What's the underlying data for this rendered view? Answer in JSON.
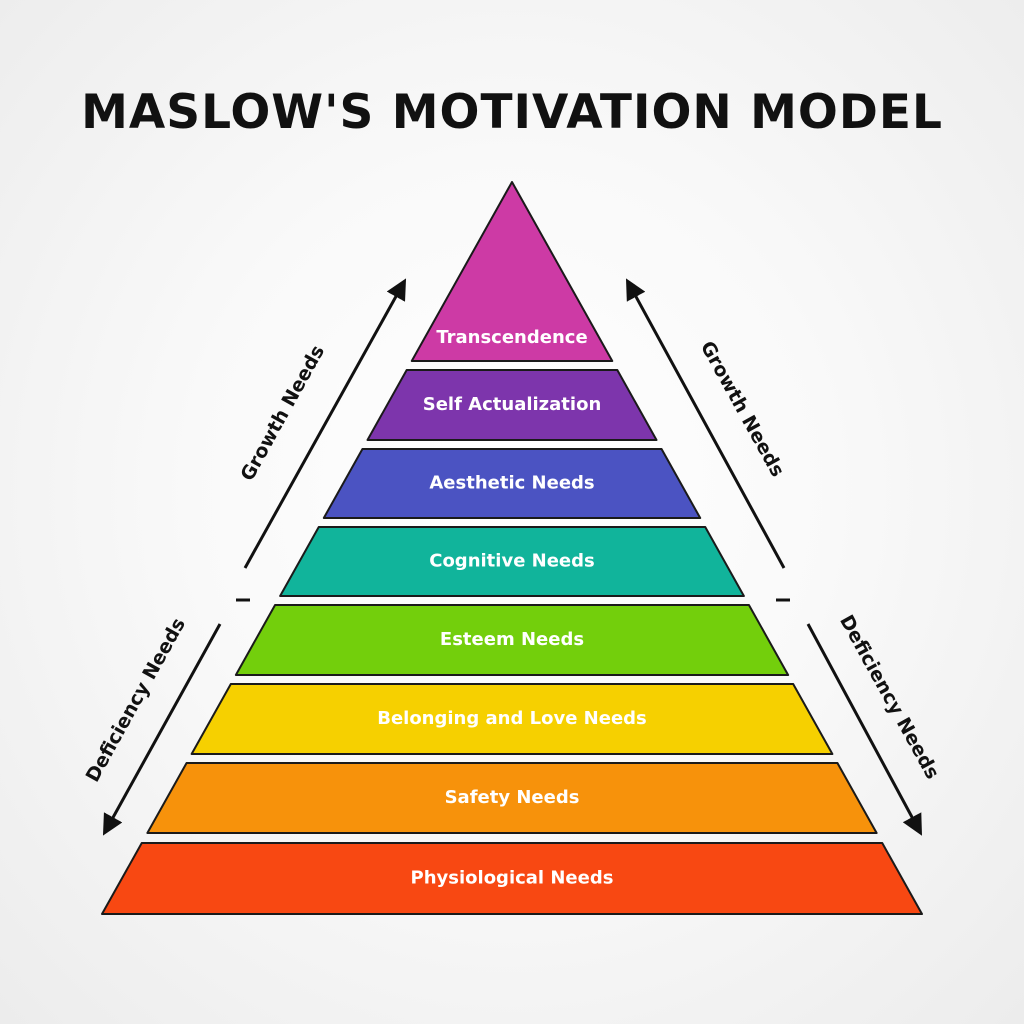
{
  "title": "MASLOW'S MOTIVATION MODEL",
  "tiers": [
    {
      "label": "Transcendence",
      "color": "#cd3aa5"
    },
    {
      "label": "Self Actualization",
      "color": "#7d35ac"
    },
    {
      "label": "Aesthetic Needs",
      "color": "#4b53c2"
    },
    {
      "label": "Cognitive Needs",
      "color": "#11b49b"
    },
    {
      "label": "Esteem Needs",
      "color": "#73cf0c"
    },
    {
      "label": "Belonging and Love Needs",
      "color": "#f6d000"
    },
    {
      "label": "Safety Needs",
      "color": "#f7920b"
    },
    {
      "label": "Physiological Needs",
      "color": "#f84812"
    }
  ],
  "side_labels": {
    "growth_left": "Growth Needs",
    "growth_right": "Growth Needs",
    "deficiency_left": "Deficiency Needs",
    "deficiency_right": "Deficiency Needs"
  },
  "colors": {
    "outline": "#1a1a1a",
    "title": "#111111",
    "label_text": "#ffffff"
  }
}
